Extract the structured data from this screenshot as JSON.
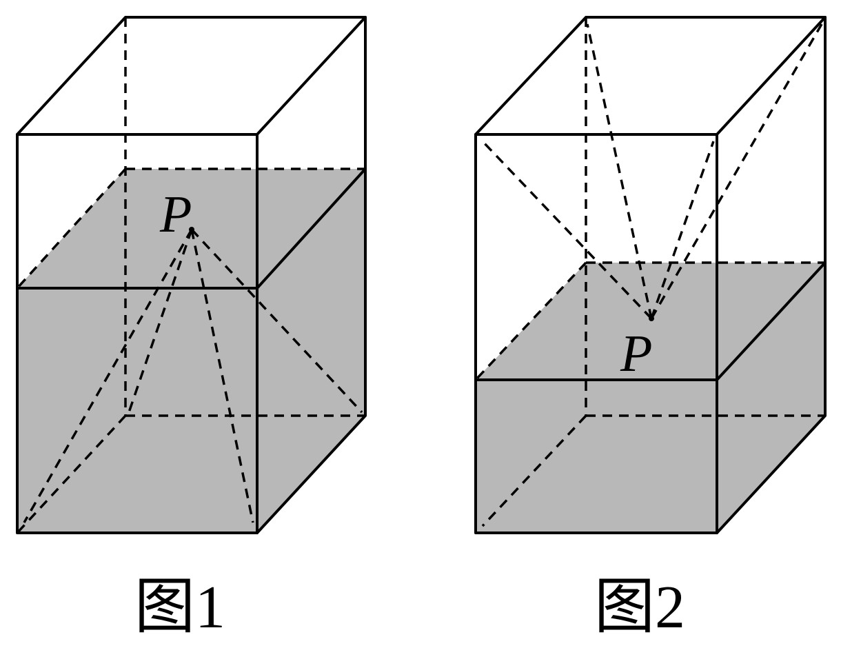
{
  "figures": [
    {
      "caption": "图1",
      "point_label": "P"
    },
    {
      "caption": "图2",
      "point_label": "P"
    }
  ]
}
